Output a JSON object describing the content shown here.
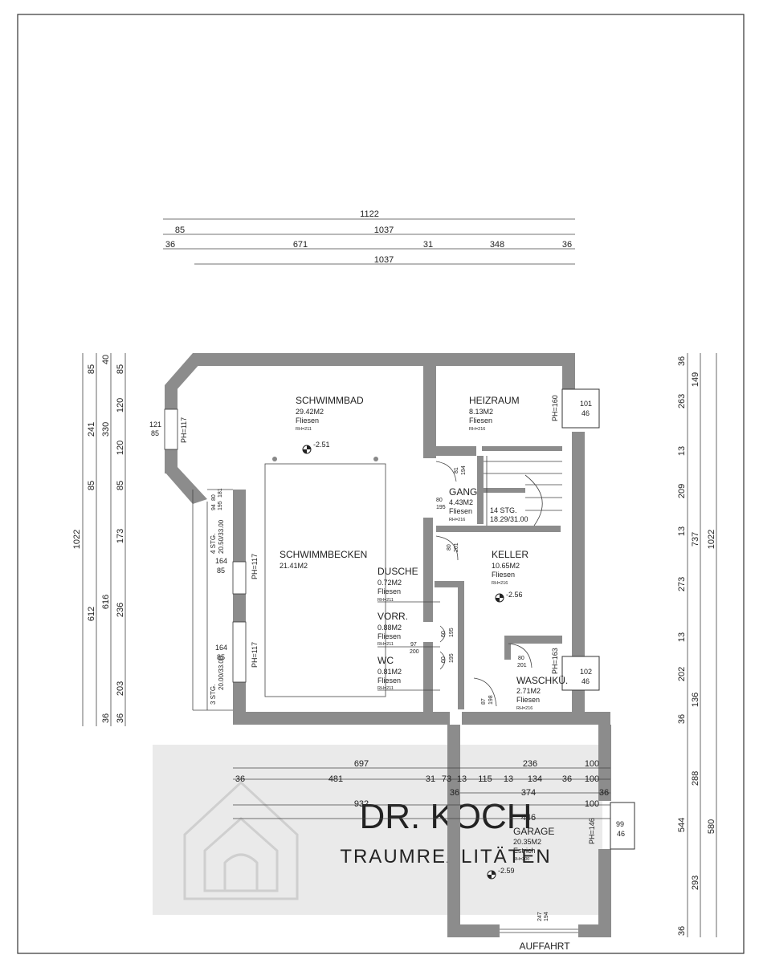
{
  "rooms": {
    "schwimmbad": {
      "name": "SCHWIMMBAD",
      "area": "29.42M2",
      "floor": "Fliesen",
      "rh": "RH=211",
      "level": "-2.51"
    },
    "heizraum": {
      "name": "HEIZRAUM",
      "area": "8.13M2",
      "floor": "Fliesen",
      "rh": "RH=216"
    },
    "gang": {
      "name": "GANG",
      "area": "4.43M2",
      "floor": "Fliesen",
      "rh": "RH=216"
    },
    "stairs": {
      "steps": "14 STG.",
      "ratio": "18.29/31.00"
    },
    "schwimmbecken": {
      "name": "SCHWIMMBECKEN",
      "area": "21.41M2"
    },
    "dusche": {
      "name": "DUSCHE",
      "area": "0.72M2",
      "floor": "Fliesen",
      "rh": "RH=211"
    },
    "vorr": {
      "name": "VORR.",
      "area": "0.88M2",
      "floor": "Fliesen",
      "rh": "RH=211"
    },
    "wc": {
      "name": "WC",
      "area": "0.81M2",
      "floor": "Fliesen",
      "rh": "RH=211"
    },
    "keller": {
      "name": "KELLER",
      "area": "10.65M2",
      "floor": "Fliesen",
      "rh": "RH=216",
      "level": "-2.56"
    },
    "waschku": {
      "name": "WASCHKÜ.",
      "area": "2.71M2",
      "floor": "Fliesen",
      "rh": "RH=216"
    },
    "garage": {
      "name": "GARAGE",
      "area": "20.35M2",
      "floor": "Estrich",
      "rh": "RH=200",
      "level": "-2.59"
    },
    "auffahrt": {
      "name": "AUFFAHRT"
    }
  },
  "dims_top": {
    "row1": [
      "1122"
    ],
    "row2": [
      "85",
      "1037"
    ],
    "row3": [
      "36",
      "671",
      "31",
      "348",
      "36"
    ],
    "row4": [
      "1037"
    ]
  },
  "dims_left": {
    "outer": [
      "1022"
    ],
    "col2": [
      "612"
    ],
    "col3": [
      "241",
      "85",
      "616",
      "36"
    ],
    "col4": [
      "85",
      "40",
      "330",
      "85",
      "173",
      "236",
      "203",
      "36"
    ],
    "col5": [
      "85",
      "120",
      "120",
      "85"
    ]
  },
  "dims_right": {
    "outer": [
      "1022"
    ],
    "col2": [
      "737",
      "580"
    ],
    "col3": [
      "36",
      "149",
      "263",
      "13",
      "209",
      "13",
      "273",
      "13",
      "202",
      "136",
      "36",
      "288",
      "544",
      "293",
      "36"
    ]
  },
  "dims_garage": {
    "row1": [
      "697",
      "236",
      "100"
    ],
    "row2": [
      "36",
      "481",
      "31",
      "73",
      "13",
      "115",
      "13",
      "134",
      "36",
      "100"
    ],
    "row3": [
      "36",
      "374",
      "36"
    ],
    "row4": [
      "932",
      "100"
    ],
    "row5": [
      "446"
    ]
  },
  "windows": {
    "w1": [
      "121",
      "85"
    ],
    "w2": [
      "101",
      "46"
    ],
    "w3": [
      "102",
      "46"
    ],
    "w4": [
      "99",
      "46"
    ],
    "w5": [
      "247",
      "194"
    ],
    "ph117": "PH=117",
    "ph160": "PH=160",
    "ph163": "PH=163",
    "ph146": "PH=146"
  },
  "doors": {
    "d1": [
      "81",
      "194"
    ],
    "d2": [
      "80",
      "195"
    ],
    "d3": [
      "80",
      "201"
    ],
    "d4": [
      "97",
      "200"
    ],
    "d5": [
      "60",
      "195"
    ],
    "d6": [
      "60",
      "195"
    ],
    "d7": [
      "80",
      "201"
    ],
    "d8": [
      "87",
      "198"
    ],
    "d9": [
      "94",
      "80"
    ],
    "d10": [
      "195",
      "181"
    ]
  },
  "steps_left": {
    "s1": "4 STG.",
    "s1r": "20.50/33.00",
    "s1w": [
      "164",
      "85"
    ],
    "s2": "3 STG.",
    "s2r": "20.00/33.00",
    "s2w": [
      "164",
      "85"
    ]
  },
  "watermark": {
    "brand": "DR. KOCH",
    "tagline": "TRAUMREALITÄTEN"
  },
  "colors": {
    "wall": "#8c8c8c",
    "line": "#444444",
    "watermark": "#d9d9d9"
  }
}
